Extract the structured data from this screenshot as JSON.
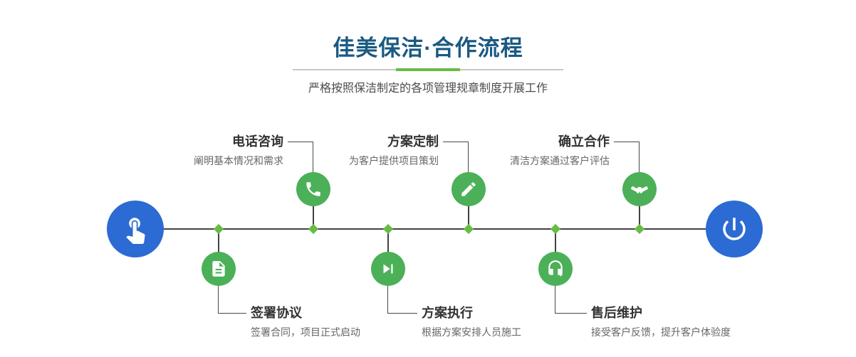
{
  "header": {
    "title": "佳美保洁·合作流程",
    "subtitle": "严格按照保洁制定的各项管理规章制度开展工作"
  },
  "colors": {
    "green": "#4cb058",
    "accent-green": "#68bb43",
    "blue": "#2b6bd3",
    "title-blue": "#1a5a82",
    "line": "#424242"
  },
  "timeline": {
    "start_icon": "pointing-hand-icon",
    "end_icon": "power-icon"
  },
  "steps_top": [
    {
      "title": "电话咨询",
      "desc": "阐明基本情况和需求",
      "icon": "phone-icon"
    },
    {
      "title": "方案定制",
      "desc": "为客户提供项目策划",
      "icon": "design-pencil-icon"
    },
    {
      "title": "确立合作",
      "desc": "清洁方案通过客户评估",
      "icon": "handshake-icon"
    }
  ],
  "steps_bottom": [
    {
      "title": "签署协议",
      "desc": "签署合同，项目正式启动",
      "icon": "contract-icon"
    },
    {
      "title": "方案执行",
      "desc": "根据方案安排人员施工",
      "icon": "play-icon"
    },
    {
      "title": "售后维护",
      "desc": "接受客户反馈，提升客户体验度",
      "icon": "headset-icon"
    }
  ]
}
